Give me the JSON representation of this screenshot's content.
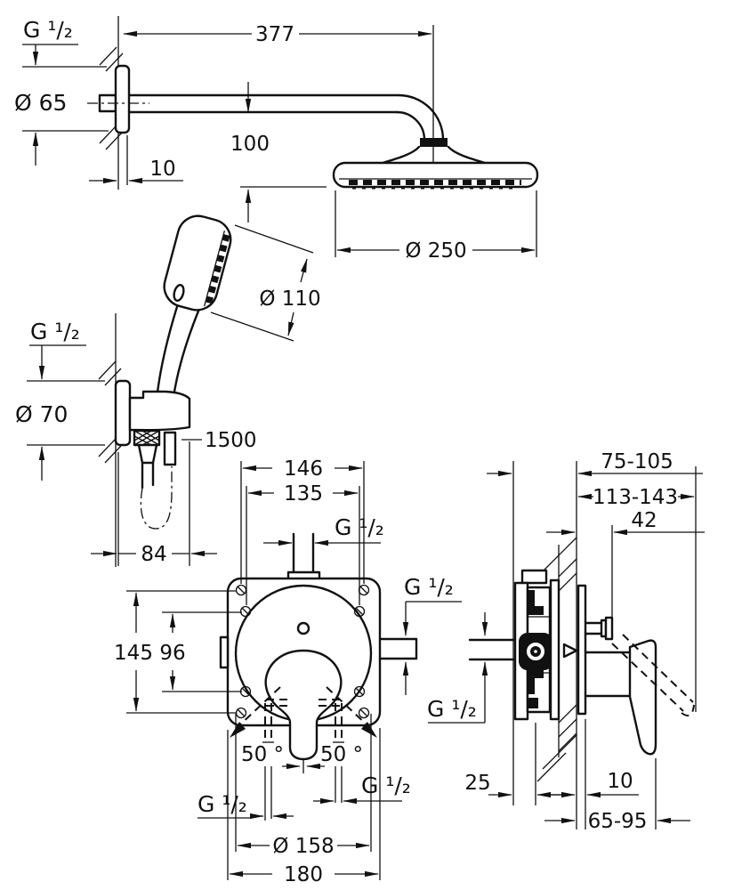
{
  "drawing": {
    "title": "shower-system-installation-dimensions",
    "colors": {
      "line": "#111111",
      "background": "#ffffff"
    },
    "labels": {
      "arm_thread": "G ¹/₂",
      "arm_flange_dia": "Ø 65",
      "arm_plate_offset": "10",
      "arm_length": "377",
      "head_drop": "100",
      "head_dia": "Ø 250",
      "hand_shower_dia": "Ø 110",
      "holder_thread": "G ¹/₂",
      "holder_flange_dia": "Ø 70",
      "hose_length": "1500",
      "holder_depth": "84",
      "valve_width_outer": "146",
      "valve_width_inner": "135",
      "valve_top_thread": "G ¹/₂",
      "valve_height_outer": "145",
      "valve_height_inner": "96",
      "valve_angle_left": "50 °",
      "valve_angle_right": "50 °",
      "valve_bottom_left_thread": "G ¹/₂",
      "valve_bottom_right_thread": "G ¹/₂",
      "valve_circle_dia": "Ø 158",
      "valve_plate_width": "180",
      "side_depth_range": "75-105",
      "side_depth_range_total": "113-143",
      "side_screw_offset": "42",
      "side_outlet_thread": "G ¹/₂",
      "side_inlet_thread": "G ¹/₂",
      "side_body_depth": "25",
      "side_trim_thickness": "10",
      "side_handle_range": "65-95"
    }
  }
}
